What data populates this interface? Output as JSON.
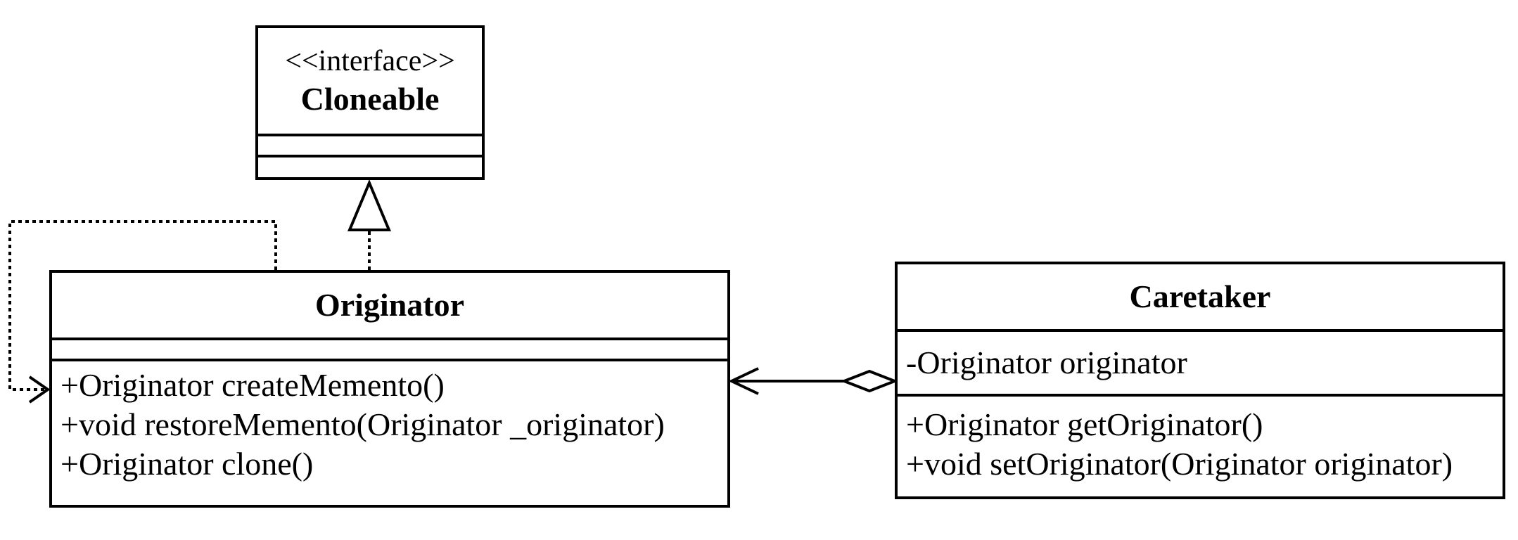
{
  "classes": {
    "cloneable": {
      "stereotype": "<<interface>>",
      "name": "Cloneable",
      "attributes": [],
      "operations": []
    },
    "originator": {
      "name": "Originator",
      "attributes": [],
      "operations": [
        "+Originator createMemento()",
        "+void restoreMemento(Originator _originator)",
        "+Originator clone()"
      ]
    },
    "caretaker": {
      "name": "Caretaker",
      "attributes": [
        "-Originator originator"
      ],
      "operations": [
        "+Originator getOriginator()",
        "+void setOriginator(Originator originator)"
      ]
    }
  },
  "relationships": [
    {
      "type": "realization",
      "from": "Originator",
      "to": "Cloneable"
    },
    {
      "type": "dependency",
      "from": "Originator",
      "to": "Originator"
    },
    {
      "type": "aggregation",
      "from": "Caretaker",
      "to": "Originator"
    }
  ]
}
